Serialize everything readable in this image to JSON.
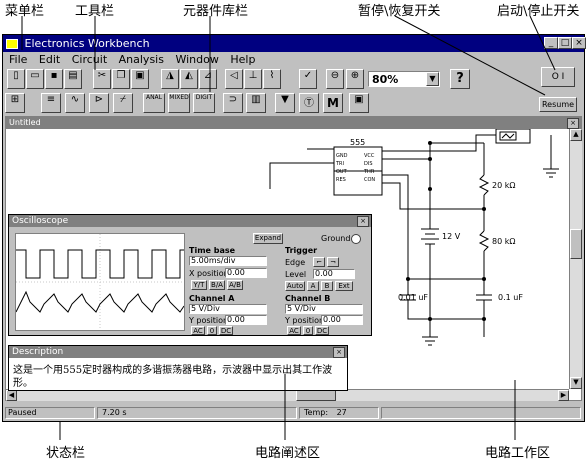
{
  "annotations": {
    "menu_bar": "菜单栏",
    "tool_bar": "工具栏",
    "component_bar": "元器件库栏",
    "pause_resume": "暂停\\恢复开关",
    "start_stop": "启动\\停止开关",
    "status_bar": "状态栏",
    "description_area": "电路阐述区",
    "workspace": "电路工作区"
  },
  "window": {
    "title": "Electronics Workbench"
  },
  "menu": [
    "File",
    "Edit",
    "Circuit",
    "Analysis",
    "Window",
    "Help"
  ],
  "toolbar": {
    "zoom_value": "80%",
    "help_label": "?",
    "resume_label": "Resume",
    "power_label": "O I"
  },
  "component_bar": {
    "labels": [
      "ANAL",
      "MIXED",
      "DIGIT"
    ],
    "mode_label": "M"
  },
  "workspace": {
    "title": "Untitled",
    "chip_label": "555",
    "pins_left": [
      "GND",
      "TRI",
      "OUT",
      "RES"
    ],
    "pins_right": [
      "VCC",
      "DIS",
      "THR",
      "CON"
    ],
    "resistor1": "20 kΩ",
    "resistor2": "80 kΩ",
    "battery": "12 V",
    "cap1": "0.01 uF",
    "cap2": "0.1 uF"
  },
  "oscilloscope": {
    "title": "Oscilloscope",
    "expand": "Expand",
    "ground": "Ground",
    "time_base_label": "Time base",
    "time_base_value": "5.00ms/div",
    "x_position_label": "X position",
    "x_position_value": "0.00",
    "mode_buttons": [
      "Y/T",
      "B/A",
      "A/B"
    ],
    "trigger_label": "Trigger",
    "edge_label": "Edge",
    "level_label": "Level",
    "level_value": "0.00",
    "trigger_buttons": [
      "Auto",
      "A",
      "B",
      "Ext"
    ],
    "channel_a_label": "Channel A",
    "channel_a_value": "5 V/Div",
    "channel_a_ypos_label": "Y position",
    "channel_a_ypos_value": "0.00",
    "channel_b_label": "Channel B",
    "channel_b_value": "5 V/Div",
    "channel_b_ypos_label": "Y position",
    "channel_b_ypos_value": "0.00",
    "coupling": [
      "AC",
      "0",
      "DC"
    ]
  },
  "description": {
    "title": "Description",
    "text": "这是一个用555定时器构成的多谐振荡器电路，示波器中显示出其工作波形。"
  },
  "status": {
    "state": "Paused",
    "time": "7.20 s",
    "temp_label": "Temp:",
    "temp_value": "27"
  }
}
